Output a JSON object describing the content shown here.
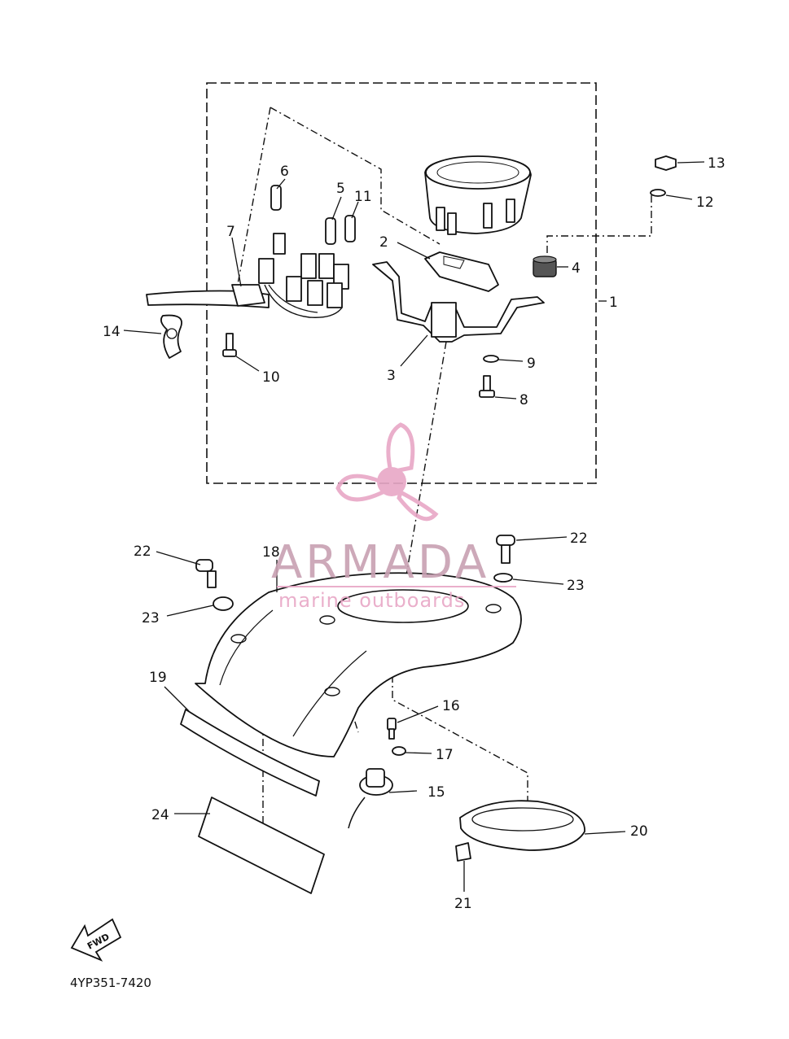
{
  "diagram_code": "4YP351-7420",
  "fwd_label": "FWD",
  "watermark": {
    "brand": "ARMADA",
    "tagline": "marine outboards",
    "color": "#e8a7c6"
  },
  "callouts": [
    "1",
    "2",
    "3",
    "4",
    "5",
    "6",
    "7",
    "8",
    "9",
    "10",
    "11",
    "12",
    "13",
    "14",
    "15",
    "16",
    "17",
    "18",
    "19",
    "20",
    "21",
    "22",
    "22",
    "23",
    "23",
    "24"
  ]
}
